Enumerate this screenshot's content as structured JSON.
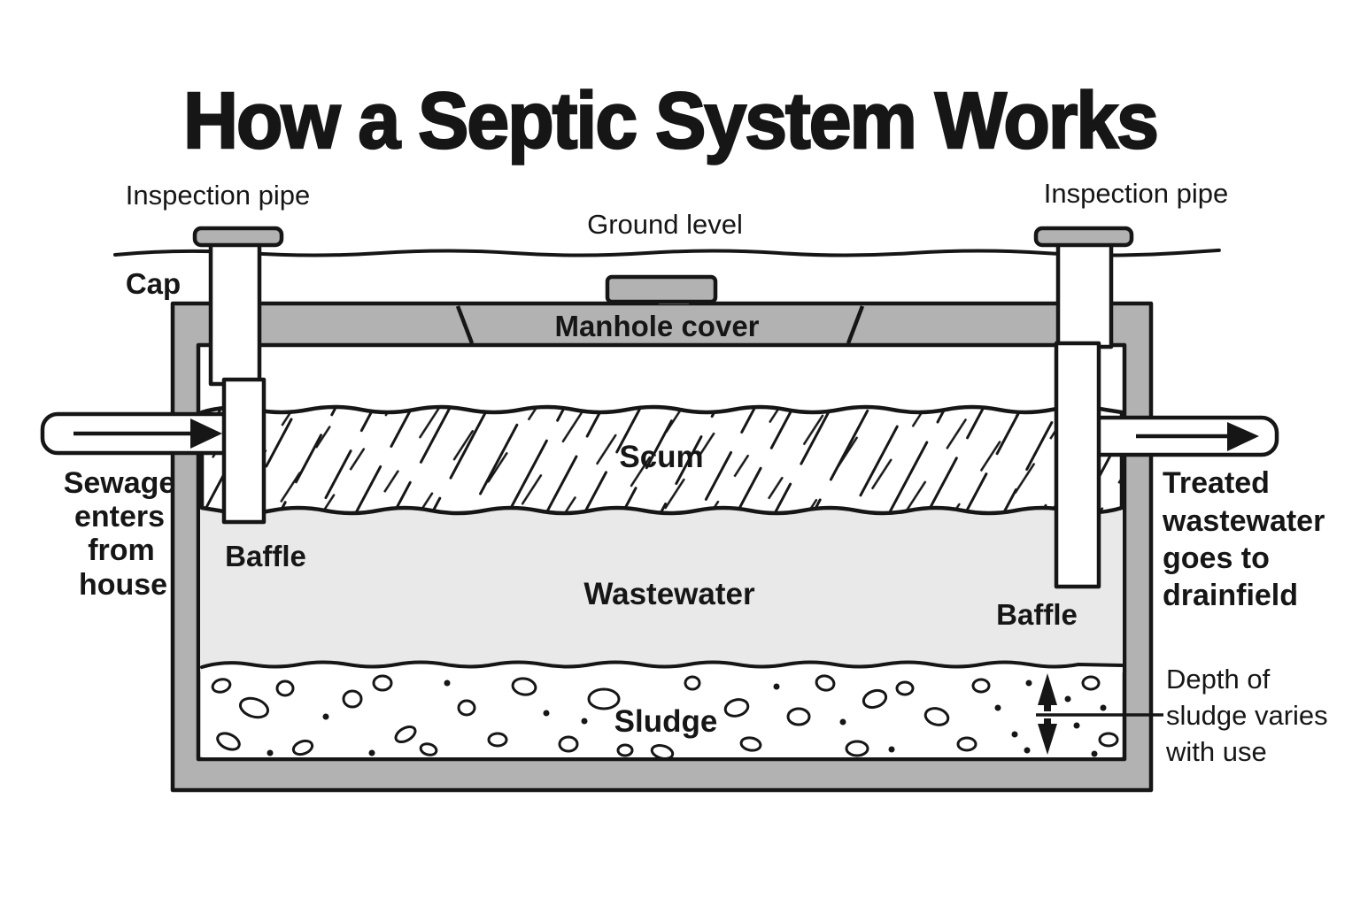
{
  "title": "How a Septic System Works",
  "labels": {
    "inspection_pipe_left": "Inspection pipe",
    "inspection_pipe_right": "Inspection pipe",
    "ground_level": "Ground level",
    "cap": "Cap",
    "manhole_cover": "Manhole cover",
    "scum": "Scum",
    "baffle_left": "Baffle",
    "baffle_right": "Baffle",
    "wastewater": "Wastewater",
    "sludge": "Sludge"
  },
  "annotations": {
    "sewage_inlet": [
      "Sewage",
      "enters",
      "from",
      "house"
    ],
    "treated_outlet": [
      "Treated",
      "wastewater",
      "goes to",
      "drainfield"
    ],
    "sludge_depth": [
      "Depth of",
      "sludge varies",
      "with use"
    ]
  },
  "colors": {
    "ink": "#161616",
    "wall": "#b2b2b2",
    "wastewater": "#e9e9e9",
    "paper": "#ffffff"
  }
}
